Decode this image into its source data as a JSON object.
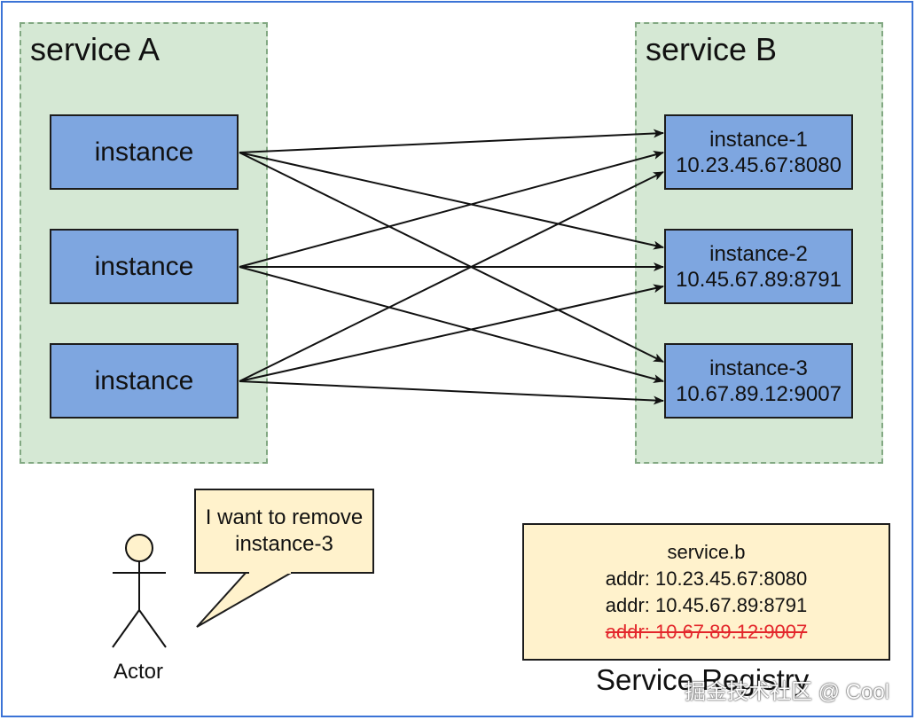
{
  "service_a": {
    "title": "service A",
    "instances": [
      "instance",
      "instance",
      "instance"
    ]
  },
  "service_b": {
    "title": "service B",
    "instances": [
      {
        "name": "instance-1",
        "addr": "10.23.45.67:8080"
      },
      {
        "name": "instance-2",
        "addr": "10.45.67.89:8791"
      },
      {
        "name": "instance-3",
        "addr": "10.67.89.12:9007"
      }
    ]
  },
  "actor": {
    "label": "Actor",
    "speech_line1": "I want to remove",
    "speech_line2": "instance-3"
  },
  "registry": {
    "service": "service.b",
    "entries": [
      "addr: 10.23.45.67:8080",
      "addr: 10.45.67.89:8791",
      "addr: 10.67.89.12:9007"
    ],
    "label": "Service Registry"
  },
  "watermark": "掘金技术社区 @ Cool",
  "colors": {
    "group_fill": "#d5e8d4",
    "instance_fill": "#7ea6e0",
    "note_fill": "#fff2cc",
    "removed_text": "#e3262b",
    "frame_border": "#3b73d6"
  }
}
